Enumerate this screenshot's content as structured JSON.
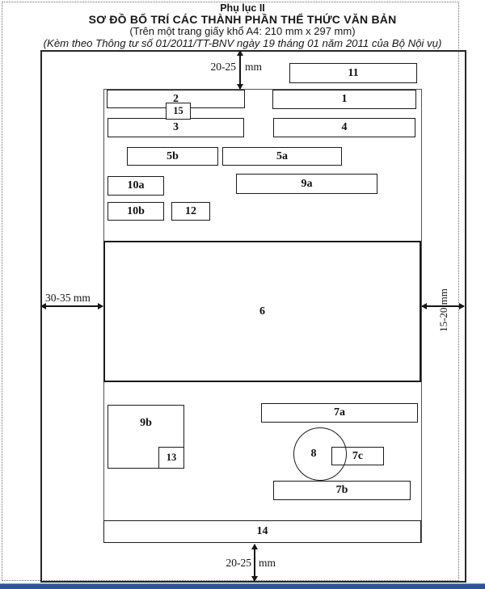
{
  "header": {
    "appendix": "Phụ lục II",
    "title": "SƠ ĐỒ BỐ TRÍ CÁC THÀNH PHẦN THỂ THỨC VĂN BẢN",
    "subtitle": "(Trên một trang giấy khổ A4: 210 mm x 297 mm)",
    "attribution": "(Kèm theo Thông tư số 01/2011/TT-BNV ngày 19 tháng 01 năm 2011 của Bộ Nội vụ)"
  },
  "margins": {
    "top": {
      "value": "20-25",
      "unit": "mm"
    },
    "bottom": {
      "value": "20-25",
      "unit": "mm"
    },
    "left": {
      "label": "30-35 mm"
    },
    "right": {
      "label": "15-20 mm"
    }
  },
  "boxes": {
    "b1": "1",
    "b2": "2",
    "b3": "3",
    "b4": "4",
    "b5a": "5a",
    "b5b": "5b",
    "b6": "6",
    "b7a": "7a",
    "b7b": "7b",
    "b7c": "7c",
    "b8": "8",
    "b9a": "9a",
    "b9b": "9b",
    "b10a": "10a",
    "b10b": "10b",
    "b11": "11",
    "b12": "12",
    "b13": "13",
    "b14": "14",
    "b15": "15"
  },
  "colors": {
    "bottom_bar": "#2e5496",
    "ink": "#1a1a1a"
  }
}
